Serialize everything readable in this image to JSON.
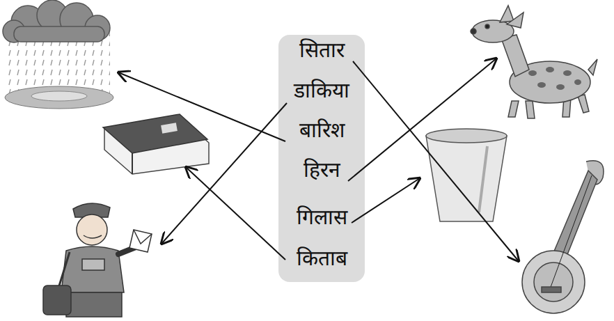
{
  "diagram": {
    "nodes": [
      {
        "text": [
          "सितार",
          "डाकिया",
          "बारिश",
          "हिरन",
          "गिलास",
          "किताब"
        ]
      }
    ]
  }
}
